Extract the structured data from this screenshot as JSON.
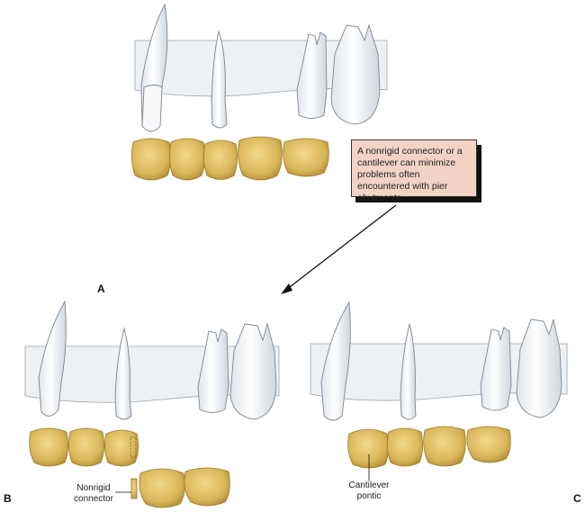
{
  "note": "A nonrigid connector or a cantilever can minimize problems often encountered with pier abutments.",
  "panels": {
    "a": "A",
    "b": "B",
    "c": "C"
  },
  "labels": {
    "nonrigid_line1": "Nonrigid",
    "nonrigid_line2": "connector",
    "cantilever_line1": "Cantilever",
    "cantilever_line2": "pontic"
  },
  "colors": {
    "crown_fill": "#e0c066",
    "crown_dark": "#b99436",
    "tooth_fill": "#f4f6f8",
    "tooth_line": "#7d8690",
    "gum": "#eef1f3",
    "note_bg": "#f2d3c6"
  }
}
